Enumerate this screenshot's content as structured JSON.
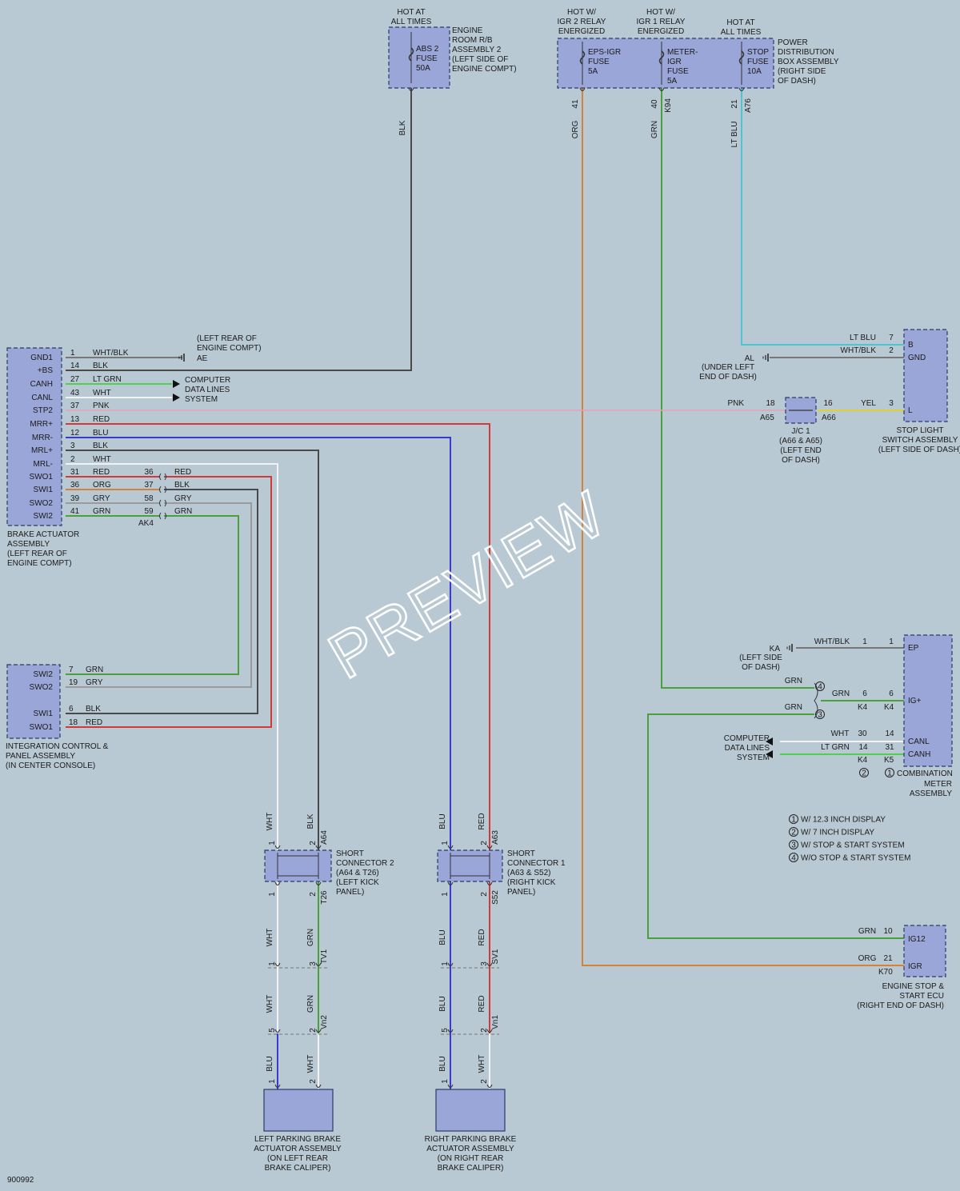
{
  "colors": {
    "background": "#b9c9d4",
    "box_fill": "#9aa6d8",
    "BLK": "#4a4a4a",
    "ORG": "#d4813a",
    "GRN": "#4aa03a",
    "LT_BLU": "#4fc4d0",
    "RED": "#d23a3a",
    "BLU": "#3a3ad2",
    "WHT": "#f2f2f2",
    "GRY": "#9a9a9a",
    "PNK": "#e8a0b4",
    "YEL": "#e0d030",
    "WHT_BLK": "#777777",
    "LT_GRN": "#50d050"
  },
  "diagram_id": "900992",
  "watermark": "PREVIEW",
  "fuses": {
    "abs2": {
      "hot": [
        "HOT AT",
        "ALL TIMES"
      ],
      "label": [
        "ABS 2",
        "FUSE",
        "50A"
      ],
      "assembly": [
        "ENGINE",
        "ROOM R/B",
        "ASSEMBLY 2",
        "(LEFT SIDE OF",
        "ENGINE COMPT)"
      ],
      "wire": "BLK"
    },
    "eps_igr": {
      "hot": [
        "HOT W/",
        "IGR 2 RELAY",
        "ENERGIZED"
      ],
      "label": [
        "EPS-IGR",
        "FUSE",
        "5A"
      ],
      "pin": "41",
      "wire": "ORG"
    },
    "meter_igr": {
      "hot": [
        "HOT W/",
        "IGR 1 RELAY",
        "ENERGIZED"
      ],
      "label": [
        "METER-",
        "IGR",
        "FUSE",
        "5A"
      ],
      "pin": "40",
      "conn": "K94",
      "wire": "GRN"
    },
    "stop": {
      "hot": [
        "HOT AT",
        "ALL TIMES"
      ],
      "label": [
        "STOP",
        "FUSE",
        "10A"
      ],
      "pin": "21",
      "conn": "A76",
      "wire": "LT BLU"
    },
    "pdb_label": [
      "POWER",
      "DISTRIBUTION",
      "BOX ASSEMBLY",
      "(RIGHT SIDE",
      "OF DASH)"
    ]
  },
  "brake_actuator": {
    "pins": [
      "GND1",
      "+BS",
      "CANH",
      "CANL",
      "STP2",
      "MRR+",
      "MRR-",
      "MRL+",
      "MRL-",
      "SWO1",
      "SWI1",
      "SWO2",
      "SWI2"
    ],
    "label": [
      "BRAKE ACTUATOR",
      "ASSEMBLY",
      "(LEFT REAR OF",
      "ENGINE COMPT)"
    ],
    "wires": [
      {
        "num": "1",
        "color": "WHT/BLK"
      },
      {
        "num": "14",
        "color": "BLK"
      },
      {
        "num": "27",
        "color": "LT GRN"
      },
      {
        "num": "43",
        "color": "WHT"
      },
      {
        "num": "37",
        "color": "PNK"
      },
      {
        "num": "13",
        "color": "RED"
      },
      {
        "num": "12",
        "color": "BLU"
      },
      {
        "num": "3",
        "color": "BLK"
      },
      {
        "num": "2",
        "color": "WHT"
      },
      {
        "num": "31",
        "color": "RED"
      },
      {
        "num": "36",
        "color": "ORG"
      },
      {
        "num": "39",
        "color": "GRY"
      },
      {
        "num": "41",
        "color": "GRN"
      }
    ],
    "ak4": [
      {
        "num": "36",
        "color": "RED"
      },
      {
        "num": "37",
        "color": "BLK"
      },
      {
        "num": "58",
        "color": "GRY"
      },
      {
        "num": "59",
        "color": "GRN"
      }
    ],
    "ak4_label": "AK4",
    "ae_ground": {
      "ref": "AE",
      "text": [
        "(LEFT REAR OF",
        "ENGINE COMPT)"
      ]
    },
    "computer_data": [
      "COMPUTER",
      "DATA LINES",
      "SYSTEM"
    ]
  },
  "integration_panel": {
    "pins": [
      "SWI2",
      "SWO2",
      "SWI1",
      "SWO1"
    ],
    "wires": [
      {
        "num": "7",
        "color": "GRN"
      },
      {
        "num": "19",
        "color": "GRY"
      },
      {
        "num": "6",
        "color": "BLK"
      },
      {
        "num": "18",
        "color": "RED"
      }
    ],
    "label": [
      "INTEGRATION CONTROL &",
      "PANEL ASSEMBLY",
      "(IN CENTER CONSOLE)"
    ]
  },
  "stop_light_switch": {
    "pins": [
      "B",
      "GND",
      "L"
    ],
    "wires": [
      {
        "color": "LT BLU",
        "num": "7"
      },
      {
        "color": "WHT/BLK",
        "num": "2"
      },
      {
        "color": "YEL",
        "num": "3"
      }
    ],
    "ground_ref": "AL",
    "ground_text": [
      "(UNDER LEFT",
      "END OF DASH)"
    ],
    "label": [
      "STOP LIGHT",
      "SWITCH ASSEMBLY",
      "(LEFT SIDE OF DASH)"
    ]
  },
  "jc1": {
    "label": [
      "J/C 1",
      "(A66 & A65)",
      "(LEFT END",
      "OF DASH)"
    ],
    "pnk": "PNK",
    "pin_left": "18",
    "conn_left": "A65",
    "pin_right": "16",
    "conn_right": "A66"
  },
  "combination_meter": {
    "pins": [
      "EP",
      "IG+",
      "CANL",
      "CANH"
    ],
    "ka": {
      "ref": "KA",
      "text": [
        "(LEFT SIDE",
        "OF DASH)"
      ],
      "color": "WHT/BLK",
      "n1": "1",
      "n2": "1"
    },
    "grn_top": "GRN",
    "grn_bottom": "GRN",
    "grn_mid": "GRN",
    "circle4": "4",
    "circle3": "3",
    "ig_pin_l": "6",
    "ig_pin_r": "6",
    "ig_conn_l": "K4",
    "ig_conn_r": "K4",
    "canl": {
      "color": "WHT",
      "n1": "30",
      "n2": "14"
    },
    "canh": {
      "color": "LT GRN",
      "n1": "14",
      "n2": "31"
    },
    "k4_bottom": "K4",
    "k5_bottom": "K5",
    "circle2": "2",
    "circle1": "1",
    "label": [
      "COMBINATION",
      "METER",
      "ASSEMBLY"
    ],
    "computer_data": [
      "COMPUTER",
      "DATA LINES",
      "SYSTEM"
    ]
  },
  "legend": [
    {
      "n": "1",
      "text": "W/ 12.3 INCH DISPLAY"
    },
    {
      "n": "2",
      "text": "W/ 7 INCH DISPLAY"
    },
    {
      "n": "3",
      "text": "W/ STOP & START SYSTEM"
    },
    {
      "n": "4",
      "text": "W/O STOP & START SYSTEM"
    }
  ],
  "engine_stop_ecu": {
    "pins": [
      "IG12",
      "IGR"
    ],
    "grn": {
      "color": "GRN",
      "num": "10"
    },
    "org": {
      "color": "ORG",
      "num": "21"
    },
    "conn": "K70",
    "label": [
      "ENGINE STOP &",
      "START ECU",
      "(RIGHT END OF DASH)"
    ]
  },
  "short_connector_2": {
    "label": [
      "SHORT",
      "CONNECTOR 2",
      "(A64 & T26)",
      "(LEFT KICK",
      "PANEL)"
    ],
    "top": {
      "w1": "WHT",
      "w2": "BLK",
      "p1": "1",
      "p2": "2",
      "conn": "A64"
    },
    "below": {
      "p1": "1",
      "p2": "2",
      "conn": "T26"
    },
    "mid1": {
      "w1": "WHT",
      "w2": "GRN",
      "p1": "1",
      "p2": "3",
      "conn": "TV1"
    },
    "mid2": {
      "w1": "WHT",
      "w2": "GRN",
      "p1": "5",
      "p2": "2",
      "conn": "Vn2"
    },
    "bottom": {
      "w1": "BLU",
      "w2": "WHT",
      "p1": "1",
      "p2": "2"
    }
  },
  "short_connector_1": {
    "label": [
      "SHORT",
      "CONNECTOR 1",
      "(A63 & S52)",
      "(RIGHT KICK",
      "PANEL)"
    ],
    "top": {
      "w1": "BLU",
      "w2": "RED",
      "p1": "1",
      "p2": "2",
      "conn": "A63"
    },
    "below": {
      "p1": "1",
      "p2": "2",
      "conn": "S52"
    },
    "mid1": {
      "w1": "BLU",
      "w2": "RED",
      "p1": "1",
      "p2": "3",
      "conn": "SV1"
    },
    "mid2": {
      "w1": "BLU",
      "w2": "RED",
      "p1": "5",
      "p2": "2",
      "conn": "Vn1"
    },
    "bottom": {
      "w1": "BLU",
      "w2": "WHT",
      "p1": "1",
      "p2": "2"
    }
  },
  "left_actuator": {
    "label": [
      "LEFT PARKING BRAKE",
      "ACTUATOR ASSEMBLY",
      "(ON LEFT REAR",
      "BRAKE CALIPER)"
    ]
  },
  "right_actuator": {
    "label": [
      "RIGHT PARKING BRAKE",
      "ACTUATOR ASSEMBLY",
      "(ON RIGHT REAR",
      "BRAKE CALIPER)"
    ]
  }
}
